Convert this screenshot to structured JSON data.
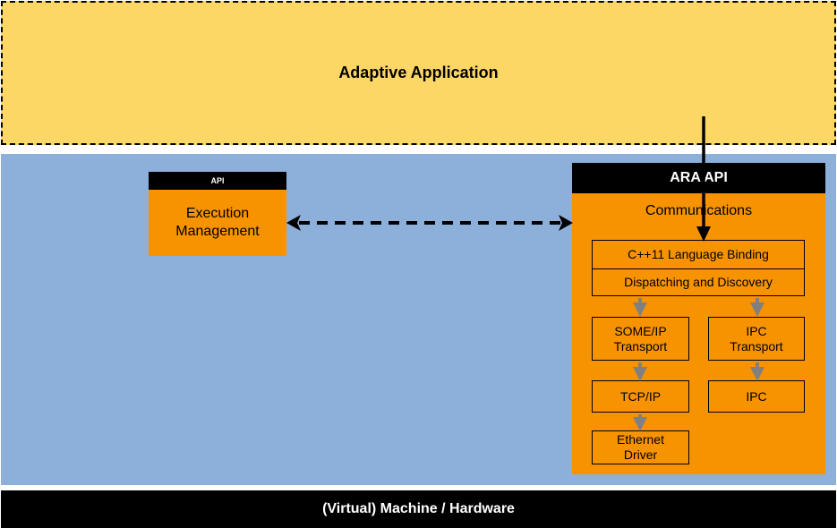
{
  "adaptive_application": {
    "title": "Adaptive Application"
  },
  "execution_management": {
    "header": "API",
    "label_line1": "Execution",
    "label_line2": "Management"
  },
  "ara": {
    "header": "ARA API",
    "communications": "Communications",
    "binding": "C++11 Language Binding",
    "dispatching": "Dispatching and Discovery",
    "someip_line1": "SOME/IP",
    "someip_line2": "Transport",
    "ipc_transport_line1": "IPC",
    "ipc_transport_line2": "Transport",
    "tcpip": "TCP/IP",
    "ipc": "IPC",
    "ethernet_line1": "Ethernet",
    "ethernet_line2": "Driver"
  },
  "machine": {
    "label": "(Virtual) Machine / Hardware"
  },
  "colors": {
    "application_layer": "#fdd766",
    "platform_background": "#8db0da",
    "module_fill": "#f79300",
    "header_fill": "#000000",
    "flow_arrow": "#808080"
  }
}
